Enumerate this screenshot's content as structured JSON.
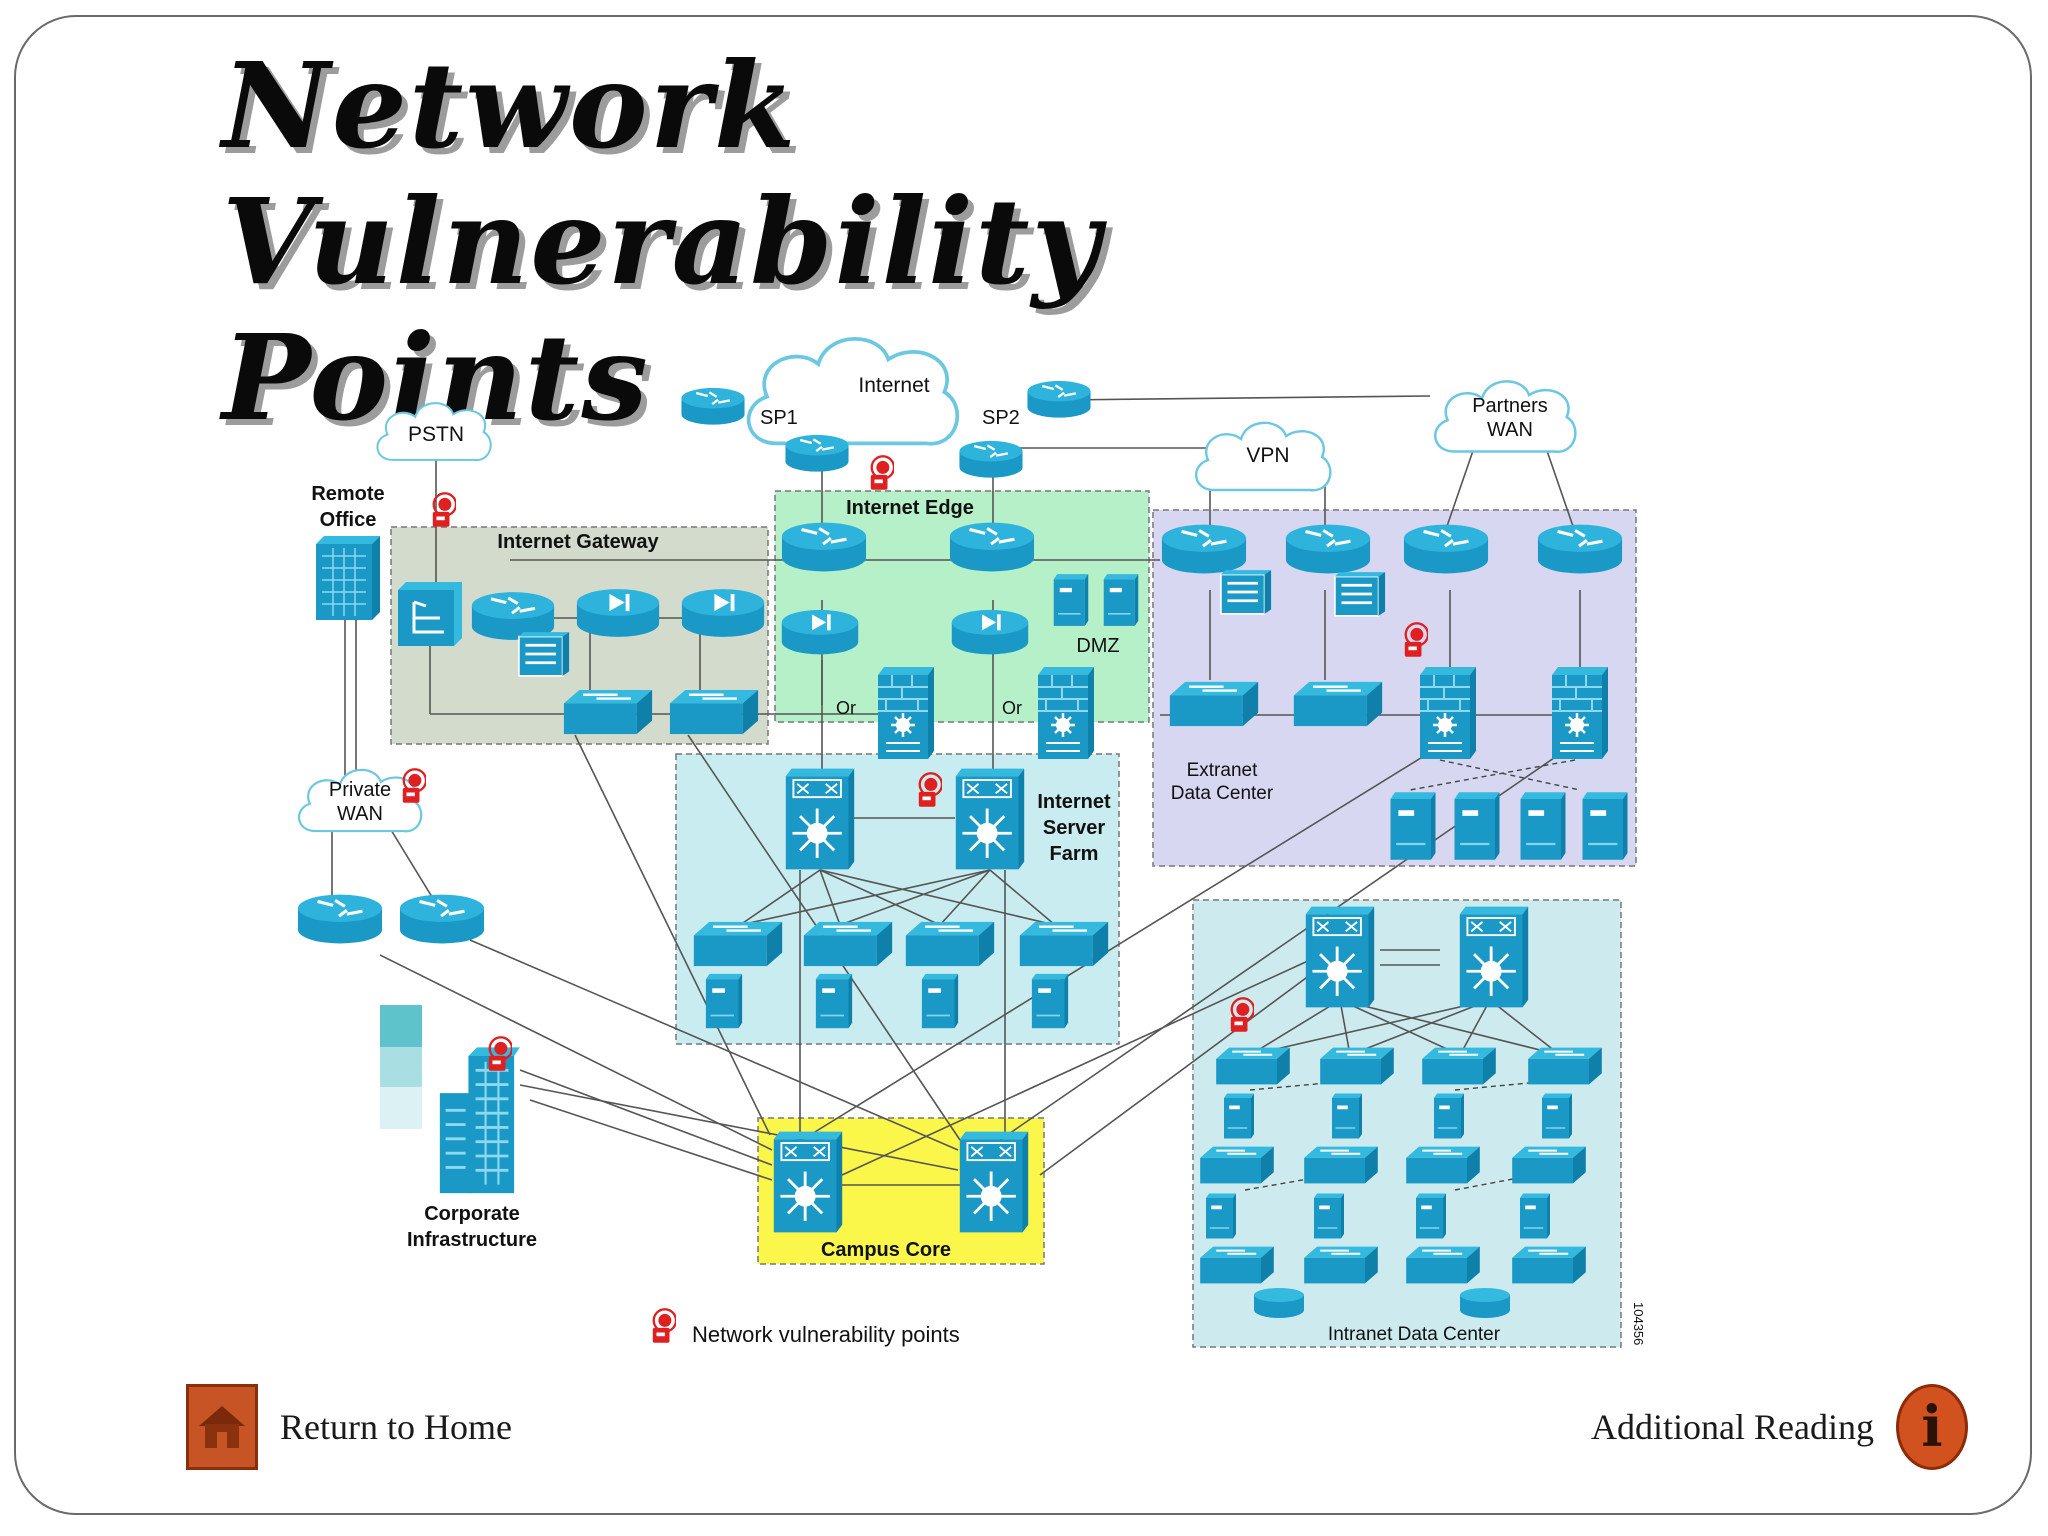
{
  "slide": {
    "title_line1": "Network Vulnerability",
    "title_line2": "Points"
  },
  "diagram": {
    "clouds": {
      "internet": "Internet",
      "sp1": "SP1",
      "sp2": "SP2",
      "pstn": "PSTN",
      "vpn": "VPN",
      "partners_line1": "Partners",
      "partners_line2": "WAN",
      "private_line1": "Private",
      "private_line2": "WAN"
    },
    "zones": {
      "internet_gateway": "Internet Gateway",
      "internet_edge": "Internet Edge",
      "dmz": "DMZ",
      "or_left": "Or",
      "or_right": "Or",
      "server_farm_line1": "Internet",
      "server_farm_line2": "Server",
      "server_farm_line3": "Farm",
      "extranet_line1": "Extranet",
      "extranet_line2": "Data Center",
      "intranet": "Intranet Data Center",
      "campus_core": "Campus Core"
    },
    "sites": {
      "remote_line1": "Remote",
      "remote_line2": "Office",
      "corporate_line1": "Corporate",
      "corporate_line2": "Infrastructure"
    },
    "legend": "Network vulnerability points",
    "figure_id": "104356",
    "colors": {
      "device": "#1da1cc",
      "gateway_zone": "#d2dbcc",
      "edge_zone": "#b6f0c8",
      "server_farm_zone": "#c9ecf0",
      "extranet_zone": "#d7d7f2",
      "intranet_zone": "#cdebef",
      "campus_core_zone": "#fbf64a",
      "alarm": "#e02020"
    }
  },
  "nav": {
    "home_label": "Return to Home",
    "home_icon": "house-icon",
    "reading_label": "Additional Reading",
    "reading_icon": "info-icon",
    "info_glyph": "i"
  }
}
